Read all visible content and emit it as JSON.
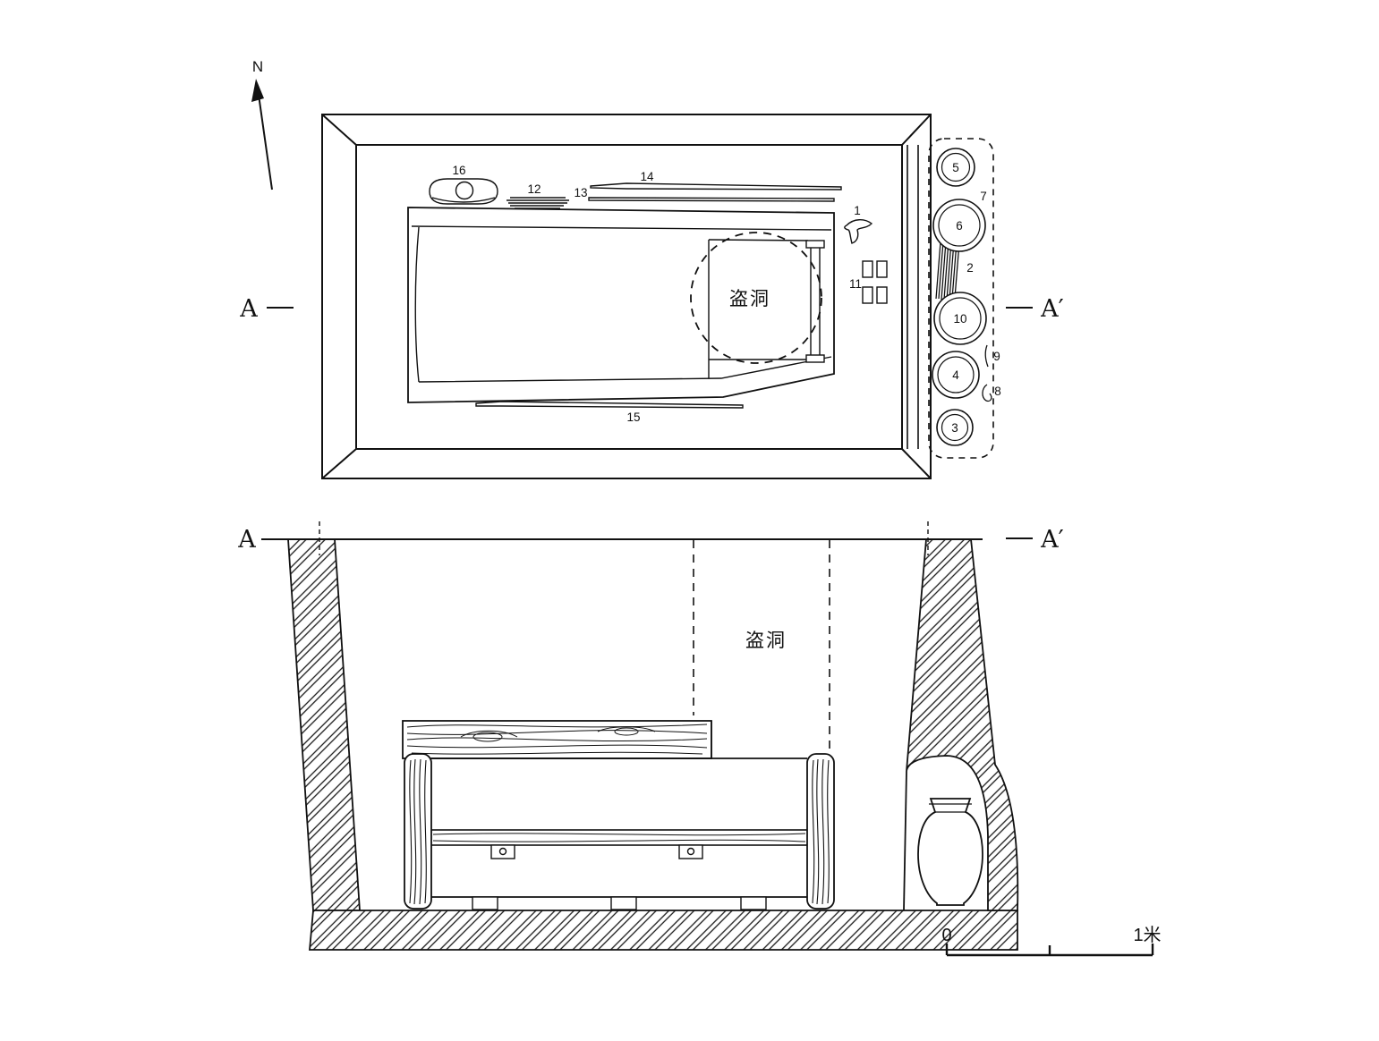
{
  "figure": {
    "compass_label": "N",
    "plan": {
      "marker_left": "A",
      "marker_right": "A′",
      "robber_pit_label": "盗洞",
      "artifacts": {
        "n1": "1",
        "n11": "11",
        "n12": "12",
        "n13": "13",
        "n14": "14",
        "n15": "15",
        "n16": "16"
      },
      "annex_vessels": {
        "c5": "5",
        "c6": "6",
        "c10": "10",
        "c4": "4",
        "c3": "3",
        "n7": "7",
        "n2": "2",
        "n9": "9",
        "n8": "8"
      }
    },
    "section": {
      "marker_left": "A",
      "marker_right": "A′",
      "robber_pit_label": "盗洞"
    },
    "scale_bar": {
      "zero": "0",
      "unit": "1米"
    }
  }
}
